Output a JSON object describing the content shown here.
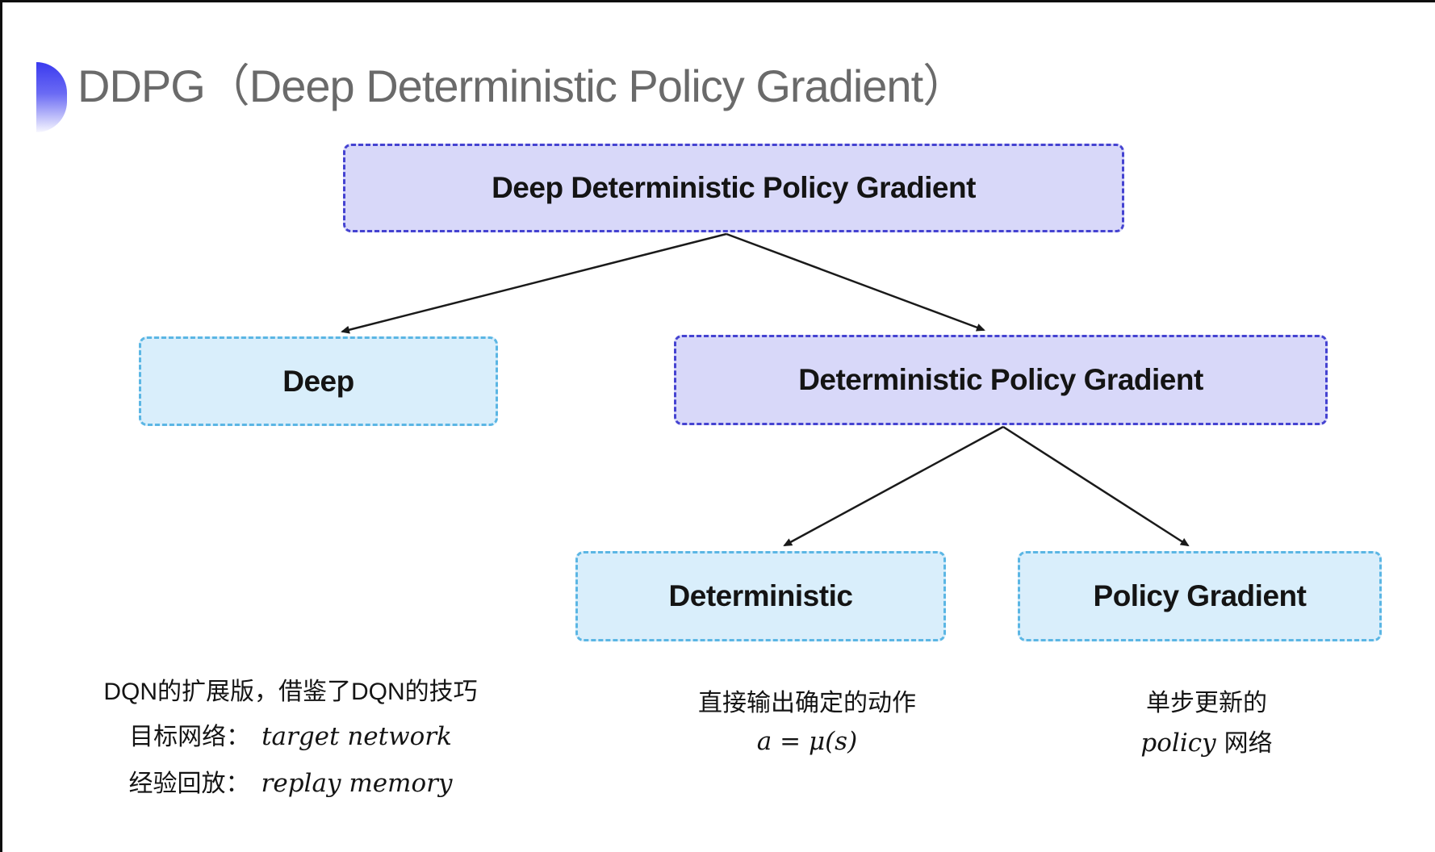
{
  "title": {
    "text": "DDPG（Deep Deterministic Policy Gradient）"
  },
  "colors": {
    "background": "#ffffff",
    "title_text": "#6a6a6a",
    "bullet_gradient_top": "#3a3aef",
    "violet_node_fill": "#d8d8f9",
    "violet_node_border": "#4543d1",
    "cyan_node_fill": "#d9eefb",
    "cyan_node_border": "#5bb6e4",
    "node_text": "#141414",
    "arrow": "#1a1a1a",
    "frame_edge": "#0d0d0d"
  },
  "nodes": {
    "root": {
      "label": "Deep Deterministic Policy Gradient"
    },
    "deep": {
      "label": "Deep"
    },
    "dpg": {
      "label": "Deterministic Policy Gradient"
    },
    "det": {
      "label": "Deterministic"
    },
    "pg": {
      "label": "Policy Gradient"
    }
  },
  "annotations": {
    "deep": {
      "line1": "DQN的扩展版，借鉴了DQN的技巧",
      "line2_zh": "目标网络：",
      "line2_en": "target network",
      "line3_zh": "经验回放：",
      "line3_en": "replay memory"
    },
    "det": {
      "line1": "直接输出确定的动作",
      "formula": "a = μ(s)"
    },
    "pg": {
      "line1": "单步更新的",
      "line2_en": "policy",
      "line2_zh": "网络"
    }
  }
}
